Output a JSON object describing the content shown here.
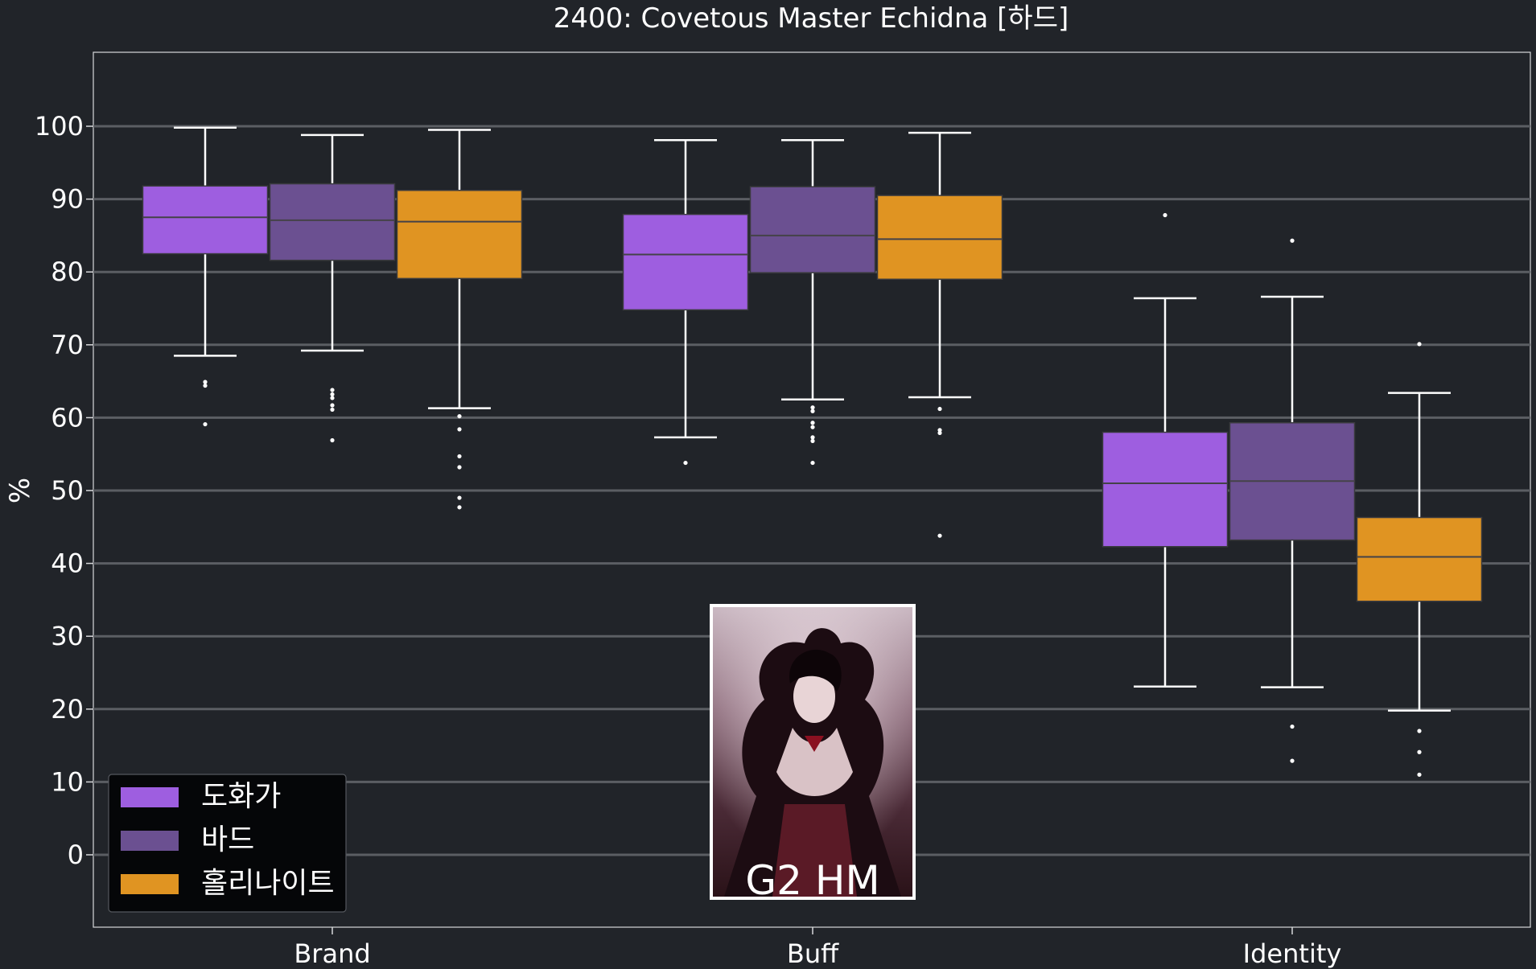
{
  "chart_data": {
    "type": "box",
    "title": "2400: Covetous Master Echidna [하드]",
    "xlabel": "",
    "ylabel": "%",
    "ylim": [
      -10,
      110
    ],
    "yticks": [
      0,
      10,
      20,
      30,
      40,
      50,
      60,
      70,
      80,
      90,
      100
    ],
    "grid": true,
    "legend_position": "lower-left",
    "categories": [
      "Brand",
      "Buff",
      "Identity"
    ],
    "series": [
      {
        "name": "도화가",
        "color": "#9e5ee0",
        "boxes": [
          {
            "whisker_low": 68.5,
            "q1": 82.5,
            "median": 87.5,
            "q3": 91.8,
            "whisker_high": 99.8,
            "outliers": [
              64.9,
              64.4,
              59.1
            ]
          },
          {
            "whisker_low": 57.3,
            "q1": 74.8,
            "median": 82.4,
            "q3": 87.9,
            "whisker_high": 98.1,
            "outliers": [
              53.8
            ]
          },
          {
            "whisker_low": 23.1,
            "q1": 42.3,
            "median": 51.0,
            "q3": 58.0,
            "whisker_high": 76.4,
            "outliers": [
              87.8
            ]
          }
        ]
      },
      {
        "name": "바드",
        "color": "#6b5091",
        "boxes": [
          {
            "whisker_low": 69.2,
            "q1": 81.6,
            "median": 87.1,
            "q3": 92.1,
            "whisker_high": 98.8,
            "outliers": [
              63.8,
              63.2,
              62.7,
              61.7,
              61.1,
              56.9
            ]
          },
          {
            "whisker_low": 62.5,
            "q1": 79.9,
            "median": 85.0,
            "q3": 91.7,
            "whisker_high": 98.1,
            "outliers": [
              61.4,
              60.9,
              59.3,
              58.7,
              57.3,
              56.8,
              53.8
            ]
          },
          {
            "whisker_low": 23.0,
            "q1": 43.2,
            "median": 51.3,
            "q3": 59.3,
            "whisker_high": 76.6,
            "outliers": [
              84.3,
              17.6,
              12.9
            ]
          }
        ]
      },
      {
        "name": "홀리나이트",
        "color": "#e09422",
        "boxes": [
          {
            "whisker_low": 61.3,
            "q1": 79.1,
            "median": 86.9,
            "q3": 91.2,
            "whisker_high": 99.5,
            "outliers": [
              60.2,
              58.4,
              54.7,
              53.2,
              49.0,
              47.7
            ]
          },
          {
            "whisker_low": 62.8,
            "q1": 79.0,
            "median": 84.5,
            "q3": 90.5,
            "whisker_high": 99.1,
            "outliers": [
              61.2,
              58.3,
              57.9,
              43.8
            ]
          },
          {
            "whisker_low": 19.8,
            "q1": 34.8,
            "median": 40.9,
            "q3": 46.3,
            "whisker_high": 63.4,
            "outliers": [
              70.1,
              17.0,
              14.1,
              11.0
            ]
          }
        ]
      }
    ],
    "inset_image": {
      "caption": "G2 HM"
    }
  }
}
